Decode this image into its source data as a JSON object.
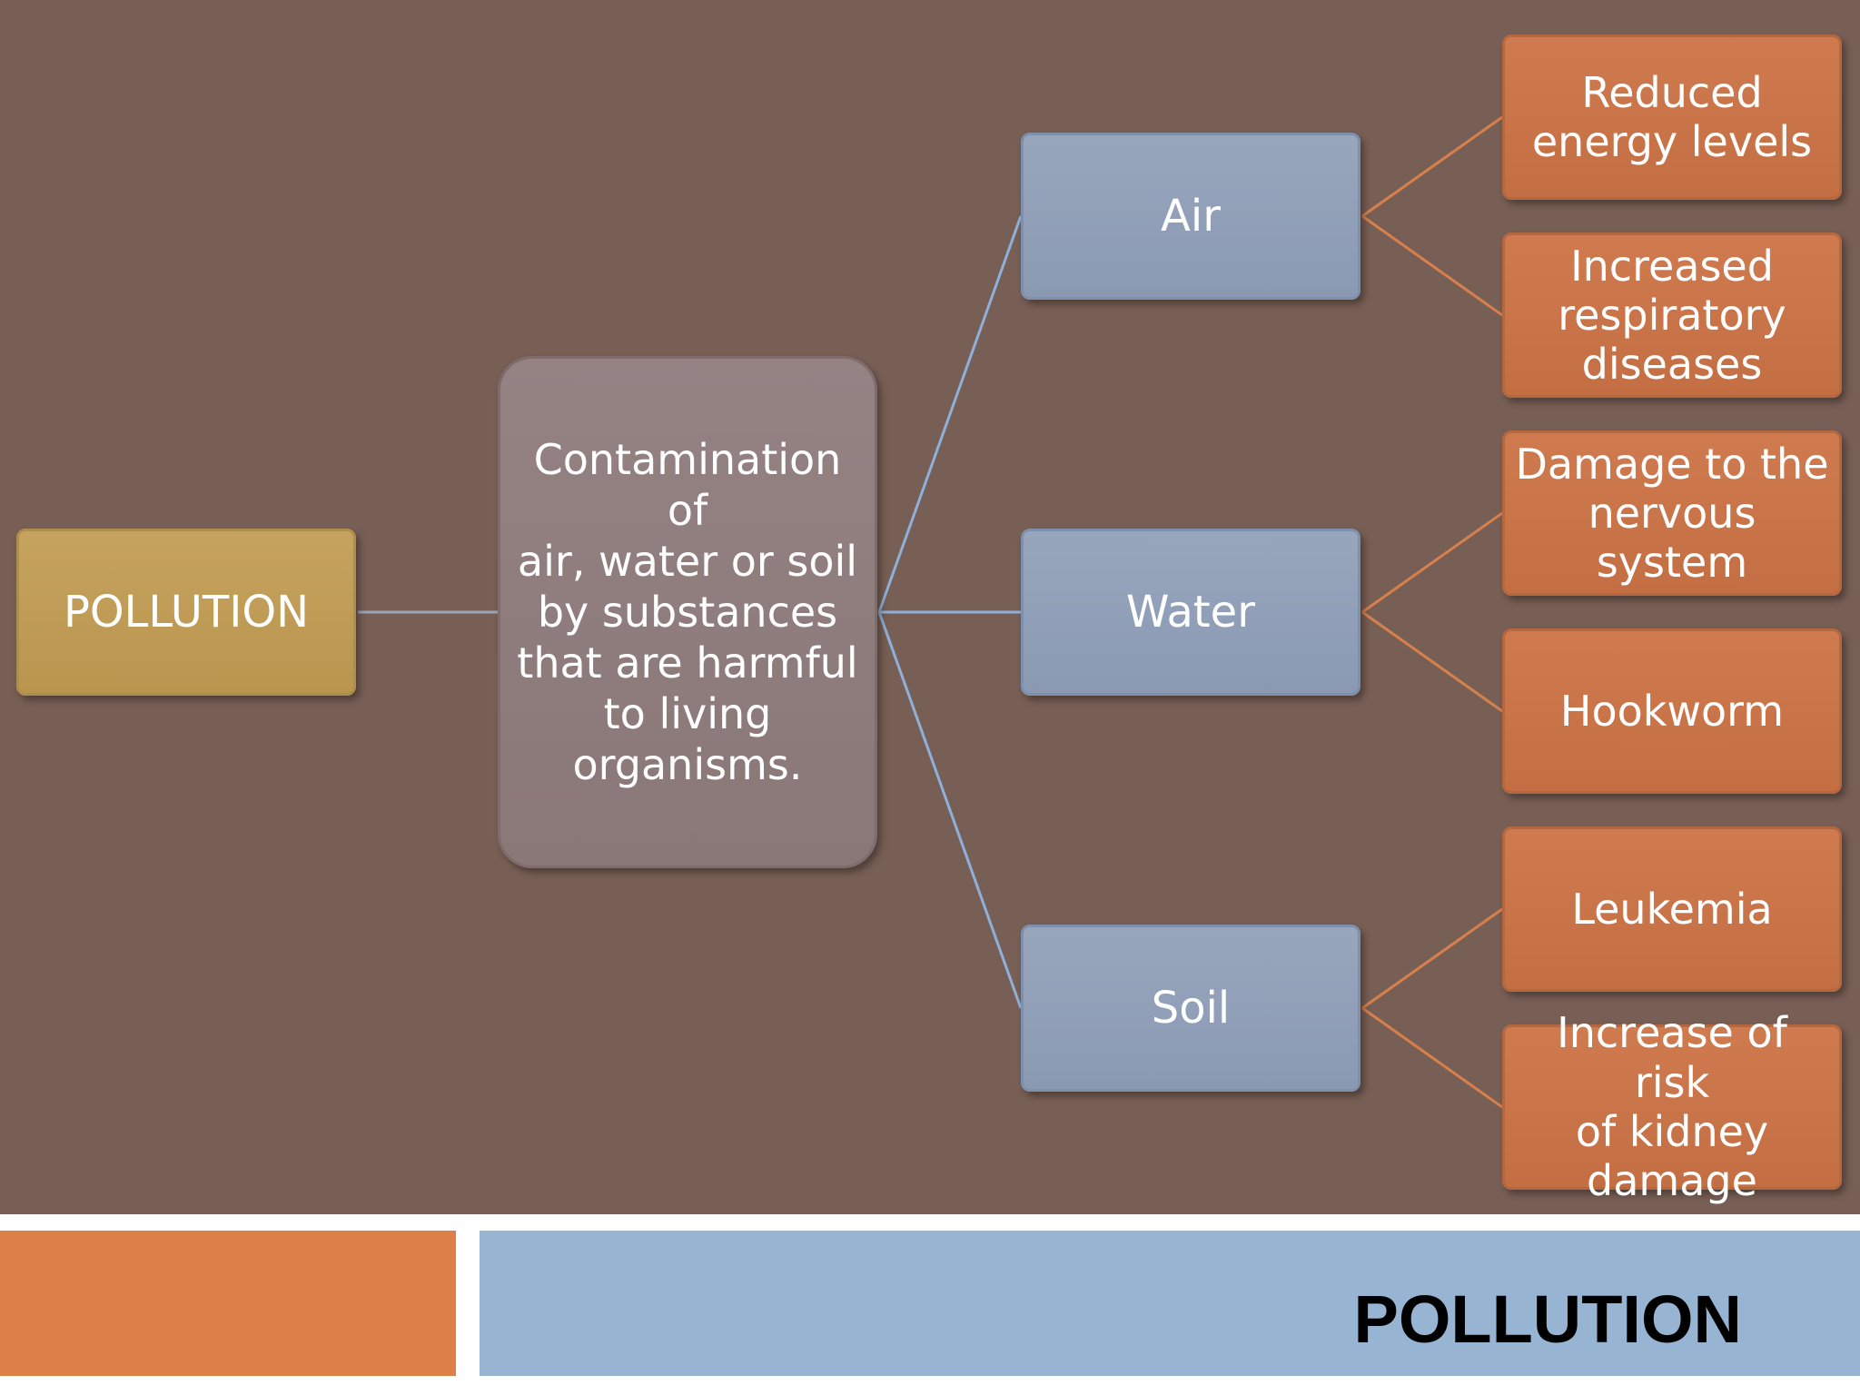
{
  "colors": {
    "background": "#785f55",
    "root_fill": "#c19e5a",
    "definition_fill": "#908080",
    "medium_fill": "#92a1b9",
    "effect_fill": "#ca7449",
    "line_root": "#9aa6b8",
    "line_medium": "#8fb0d8",
    "line_effect": "#d8804c",
    "footer_orange": "#dd8048",
    "footer_blue": "#97b5d2"
  },
  "diagram": {
    "root": "POLLUTION",
    "definition": "Contamination of\nair, water or soil\nby substances\nthat are harmful\nto living\norganisms.",
    "media": [
      {
        "label": "Air",
        "effects": [
          "Reduced\nenergy levels",
          "Increased\nrespiratory\ndiseases"
        ]
      },
      {
        "label": "Water",
        "effects": [
          "Damage to the\nnervous system",
          "Hookworm"
        ]
      },
      {
        "label": "Soil",
        "effects": [
          "Leukemia",
          "Increase of risk\nof kidney\ndamage"
        ]
      }
    ]
  },
  "footer": {
    "title": "POLLUTION"
  }
}
